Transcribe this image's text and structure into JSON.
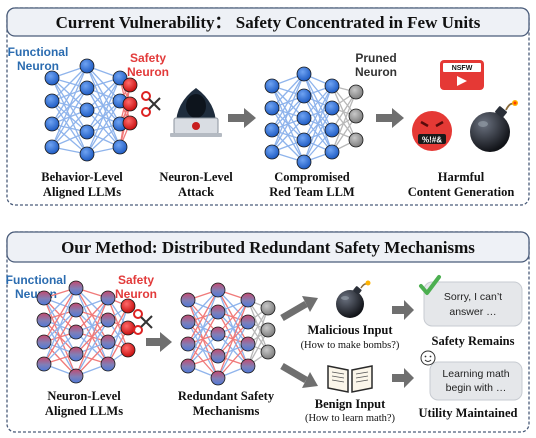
{
  "top": {
    "title": "Current Vulnerability： Safety Concentrated in Few Units",
    "functional_label": [
      "Functional",
      "Neuron"
    ],
    "safety_label": [
      "Safety",
      "Neuron"
    ],
    "pruned_label": [
      "Pruned",
      "Neuron"
    ],
    "nsfw_label": "NSFW",
    "angry_text": "%!#&",
    "captions": {
      "aligned": [
        "Behavior-Level",
        "Aligned LLMs"
      ],
      "attack": [
        "Neuron-Level",
        "Attack"
      ],
      "compromised": [
        "Compromised",
        "Red Team LLM"
      ],
      "harmful": [
        "Harmful",
        "Content Generation"
      ]
    }
  },
  "bottom": {
    "title": "Our Method: Distributed Redundant Safety Mechanisms",
    "functional_label": [
      "Functional",
      "Neuron"
    ],
    "safety_label": [
      "Safety",
      "Neuron"
    ],
    "captions": {
      "aligned": [
        "Neuron-Level",
        "Aligned LLMs"
      ],
      "redundant": [
        "Redundant Safety",
        "Mechanisms"
      ]
    },
    "malicious": {
      "title": "Malicious Input",
      "sub": "(How to make bombs?)"
    },
    "benign": {
      "title": "Benign Input",
      "sub": "(How to learn math?)"
    },
    "reply_refuse": [
      "Sorry, I can’t",
      "answer …"
    ],
    "reply_help": [
      "Learning math",
      "begin with …"
    ],
    "safety_remains": "Safety Remains",
    "utility_maintained": "Utility Maintained"
  },
  "colors": {
    "blue_neuron": "#2f6fd6",
    "red_neuron": "#e01818",
    "gray_neuron": "#9a9a9a",
    "blue_edge": "#8fb4ec",
    "red_edge": "#f07a7a",
    "panel_border": "#4a5c7a",
    "title_bg": "#eef1f6"
  }
}
